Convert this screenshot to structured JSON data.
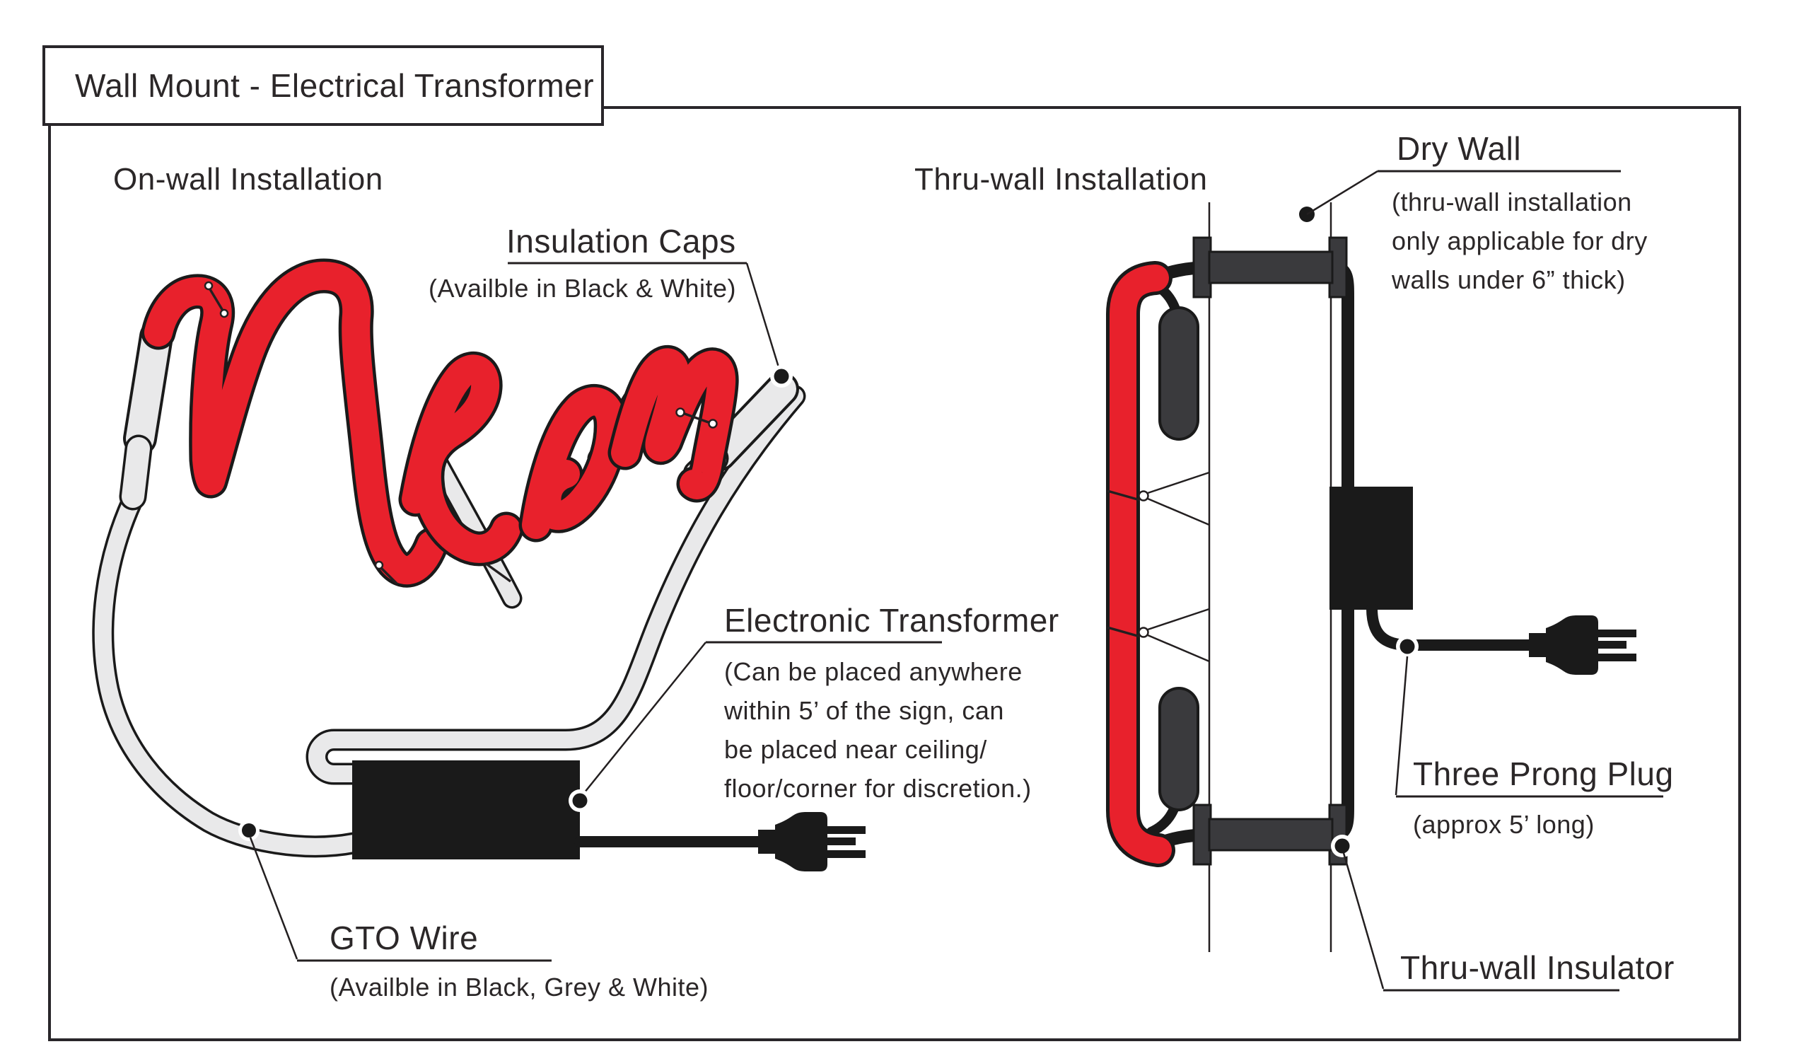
{
  "title": "Wall Mount - Electrical Transformer",
  "sign_text": "Neon",
  "sections": {
    "on_wall": {
      "heading": "On-wall Installation"
    },
    "thru_wall": {
      "heading": "Thru-wall Installation"
    }
  },
  "labels": {
    "insulation_caps": {
      "title": "Insulation Caps",
      "note": "(Availble in Black & White)"
    },
    "electronic_transformer": {
      "title": "Electronic Transformer",
      "note_lines": [
        "(Can be placed anywhere",
        "within 5’ of the sign, can",
        "be placed near ceiling/",
        "floor/corner for discretion.)"
      ]
    },
    "gto_wire": {
      "title": "GTO Wire",
      "note": "(Availble in Black, Grey & White)"
    },
    "dry_wall": {
      "title": "Dry Wall",
      "note_lines": [
        "(thru-wall installation",
        "only applicable for dry",
        "walls under 6” thick)"
      ]
    },
    "three_prong_plug": {
      "title": "Three Prong Plug",
      "note": "(approx 5’ long)"
    },
    "thru_wall_insulator": {
      "title": "Thru-wall Insulator"
    }
  },
  "colors": {
    "neon_red": "#e8212c",
    "wire_grey": "#e9e9ea",
    "insulator_dark": "#3a3a3d",
    "line_black": "#231f20"
  }
}
